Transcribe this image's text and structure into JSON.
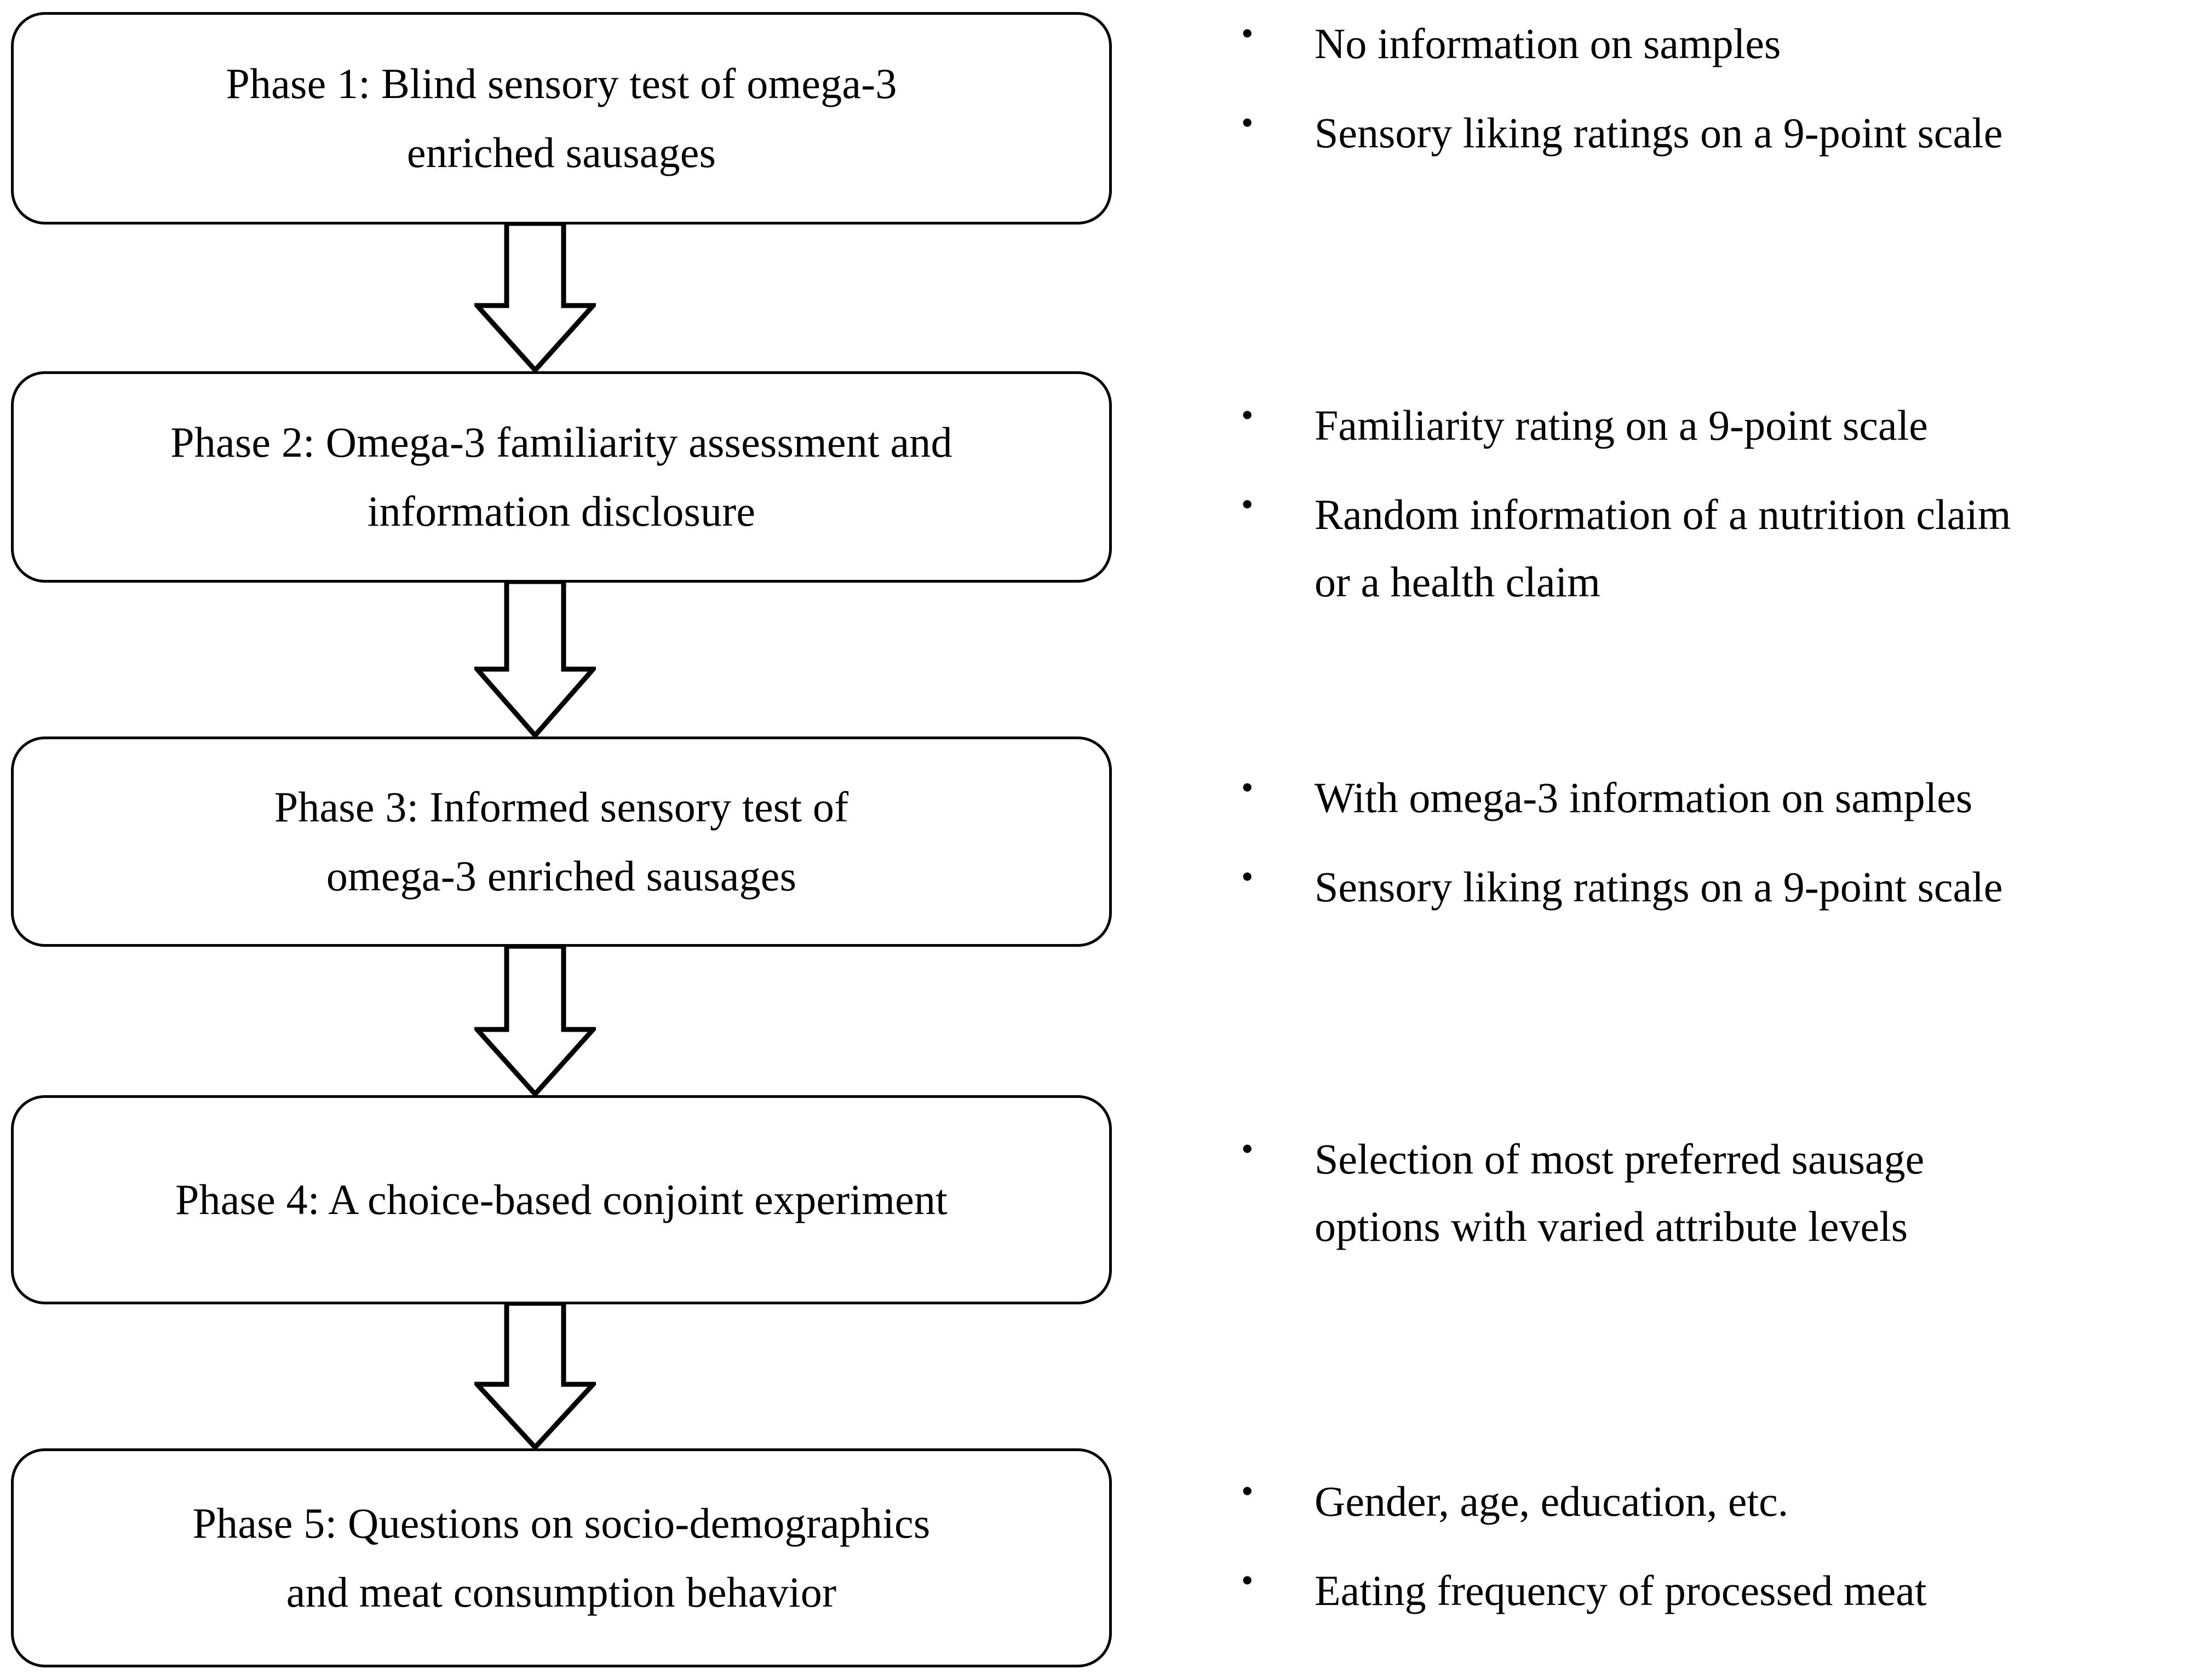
{
  "diagram": {
    "title": "Five-phase consumer study flowchart",
    "orientation": "vertical",
    "stroke_color": "#000000",
    "fill_color": "#ffffff",
    "background_color": "#ffffff",
    "bullet_glyph": "•",
    "arrow_label": "down-arrow-connector"
  },
  "phases": [
    {
      "id": "phase-1",
      "box_text": "Phase 1: Blind sensory test of omega-3\nenriched sausages",
      "bullets": [
        "No information on samples",
        "Sensory liking ratings on a 9-point scale"
      ]
    },
    {
      "id": "phase-2",
      "box_text": "Phase 2: Omega-3 familiarity assessment and\ninformation disclosure",
      "bullets": [
        "Familiarity rating on a 9-point scale",
        "Random information of a nutrition claim\nor a health claim"
      ]
    },
    {
      "id": "phase-3",
      "box_text": "Phase 3: Informed sensory test of\nomega-3 enriched sausages",
      "bullets": [
        "With omega-3 information on samples",
        "Sensory liking ratings on a 9-point scale"
      ]
    },
    {
      "id": "phase-4",
      "box_text": "Phase 4: A choice-based conjoint experiment",
      "bullets": [
        "Selection of most preferred  sausage\noptions with varied attribute levels"
      ]
    },
    {
      "id": "phase-5",
      "box_text": "Phase 5: Questions on socio-demographics\nand meat consumption behavior",
      "bullets": [
        "Gender, age, education, etc.",
        "Eating frequency of processed meat"
      ]
    }
  ]
}
